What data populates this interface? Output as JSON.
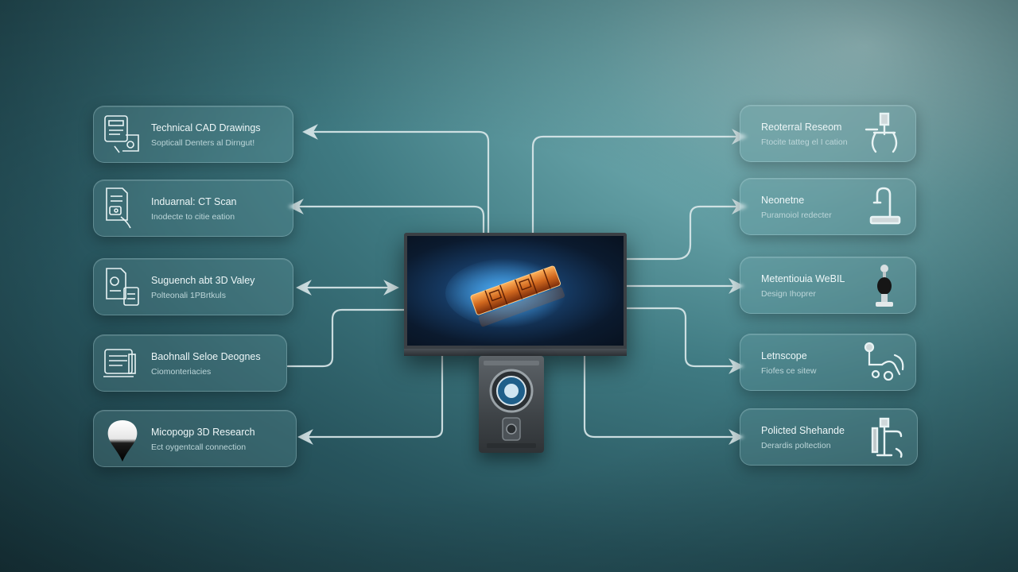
{
  "left_items": [
    {
      "title": "Technical CAD Drawings",
      "subtitle": "Sopticall Denters al Dirngut!",
      "icon": "cad-drawing-icon"
    },
    {
      "title": "Induarnal: CT Scan",
      "subtitle": "Inodecte to citie eation",
      "icon": "ct-scan-document-icon"
    },
    {
      "title": "Suguench abt 3D Valey",
      "subtitle": "Polteonali 1PBrtkuls",
      "icon": "3d-scan-document-icon"
    },
    {
      "title": "Baohnall Seloe Deognes",
      "subtitle": "Ciomonteriacies",
      "icon": "report-document-icon"
    },
    {
      "title": "Micopogp 3D Research",
      "subtitle": "Ect oygentcall connection",
      "icon": "sphere-icon"
    }
  ],
  "right_items": [
    {
      "title": "Reoterral Reseom",
      "subtitle": "Ftocite tatteg el I cation",
      "icon": "gripper-part-icon"
    },
    {
      "title": "Neonetne",
      "subtitle": "Puramoiol redecter",
      "icon": "faucet-part-icon"
    },
    {
      "title": "Metentiouia WeBIL",
      "subtitle": "Design Ihoprer",
      "icon": "valve-part-icon"
    },
    {
      "title": "Letnscope",
      "subtitle": "Fiofes ce sitew",
      "icon": "linkage-part-icon"
    },
    {
      "title": "Policted Shehande",
      "subtitle": "Derardis poltection",
      "icon": "mixer-part-icon"
    }
  ],
  "center": {
    "monitor": "monitor-icon",
    "device": "scanner-device-icon"
  },
  "colors": {
    "card_bg": "#78aaaf",
    "connector": "#dbe9eb",
    "object_orange": "#d0671e",
    "screen_glow": "#2a6ea8"
  }
}
